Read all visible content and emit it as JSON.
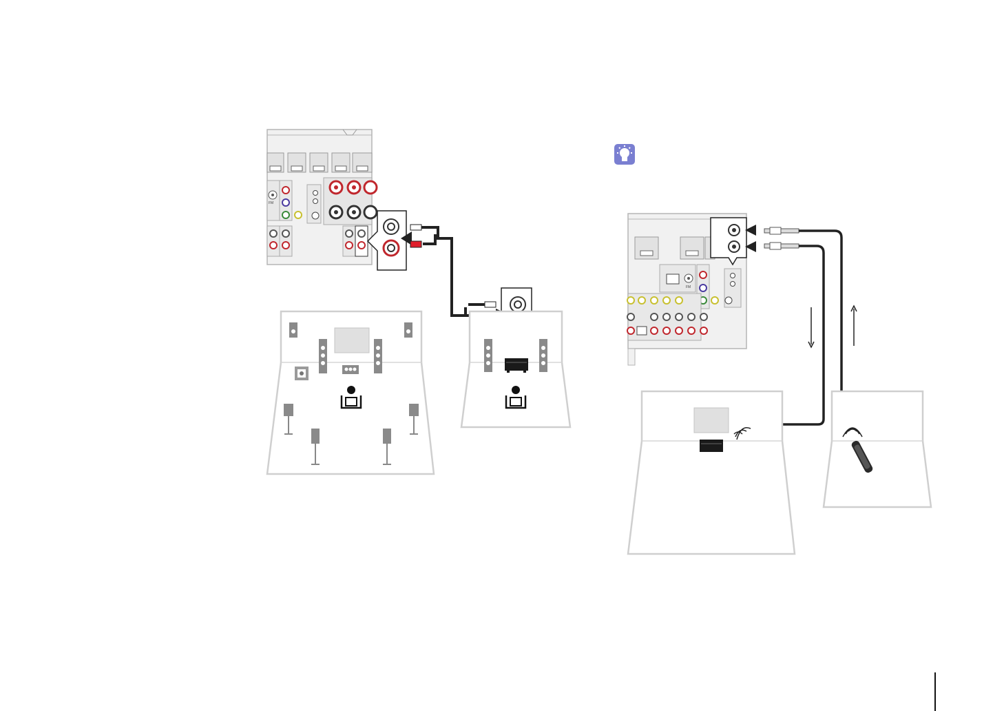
{
  "page": {
    "background_color": "#ffffff",
    "footer_page_number": ""
  },
  "receiver_rear_panel_left": {
    "fm_label": "FM",
    "output_jack_colors": [
      "#ffffff",
      "#e01e2b"
    ]
  },
  "receiver_rear_panel_right": {
    "fm_label": "FM",
    "remote_jack_count": 2
  },
  "rooms": {
    "main_room": {
      "floor_color": "#e6e6e6"
    },
    "zone2_room": {
      "floor_color": "#e6e6e6"
    },
    "ir_receiver_room": {
      "floor_color": "#e6e6e6"
    },
    "remote_room": {
      "floor_color": "#e6e6e6"
    }
  },
  "tip": {
    "icon": "light-bulb-icon",
    "icon_color": "#7a7fd1"
  },
  "signal_arrows": {
    "down": "signal-down-arrow",
    "up": "signal-up-arrow"
  },
  "colors": {
    "cable_red": "#e01e2b",
    "cable_white": "#ffffff",
    "panel_gray": "#dcdcdc",
    "line_gray": "#c8c8c8"
  }
}
